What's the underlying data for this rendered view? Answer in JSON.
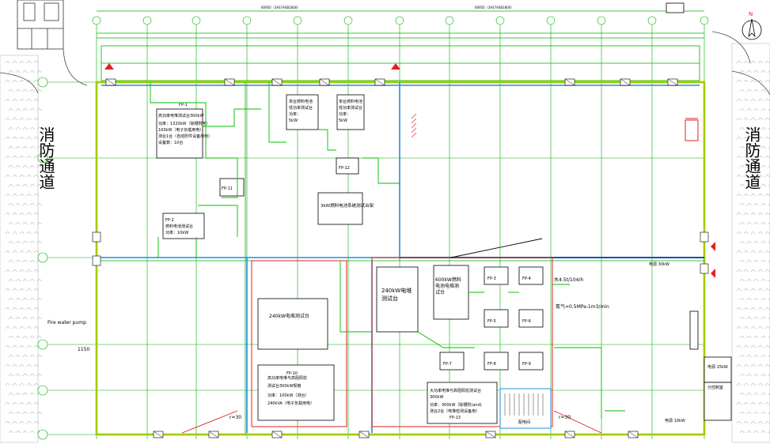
{
  "drawing": {
    "north_label": "N",
    "fire_lane_left": "消防通道",
    "fire_lane_right": "消防通道",
    "fire_water_pump": "Fire water pump",
    "left_measure": "1150",
    "rooms": [
      {
        "id": "r1",
        "text": [
          "高功率电堆测试台300kW",
          "功率：1320kW（除槽附电）",
          "100kW（电子负载用电）",
          "测台1台（自动附件设备用电）",
          "设备数：10台"
        ]
      },
      {
        "id": "r2",
        "text": [
          "单台燃料电池",
          "低功率测试台",
          "功率：",
          "5kW"
        ]
      },
      {
        "id": "r3",
        "text": [
          "单台燃料电池",
          "低功率测试台",
          "功率：",
          "5kW"
        ]
      },
      {
        "id": "r4",
        "text": [
          "3kW燃料电池系统测试台架"
        ]
      },
      {
        "id": "r5",
        "text": [
          "FP-2",
          "燃料电池测试台",
          "功率：10kW"
        ]
      },
      {
        "id": "r6",
        "text": [
          "240kW电堆测试台"
        ]
      },
      {
        "id": "r7",
        "text": [
          "高功率电堆与高阻阳抗",
          "测试台300kW规格",
          "功率：100kW（测台）",
          "240kVA（电子负载用电）"
        ]
      },
      {
        "id": "r8",
        "text": [
          "240kW电堆",
          "测试台"
        ]
      },
      {
        "id": "r9",
        "text": [
          "600kW燃料",
          "电池电堆测",
          "试台"
        ]
      },
      {
        "id": "r10",
        "text": [
          "大功率电堆与高阻阳抗测试台",
          "300kW",
          "功率：300kW（除槽附(and)",
          "测台2台（电堆检测设备用）"
        ]
      },
      {
        "id": "r11",
        "text": [
          "配电间"
        ]
      }
    ],
    "tags": [
      "FP-1",
      "FP-2",
      "FP-3",
      "FP-4",
      "FP-5",
      "FP-6",
      "FP-7",
      "FP-8",
      "FP-9",
      "FP-10",
      "FP-11",
      "FP-12",
      "FP-13"
    ],
    "annotations": {
      "flow1": "水4.5t/104/h",
      "flow2": "氮气=0.5MPa-1m3/min",
      "power1": "电源 30kW",
      "power2": "电源 15kW",
      "power3": "电源 10kW",
      "control": "分控制室",
      "r30a": "r=30",
      "r30b": "r=30",
      "dim_top": "60950（3AS7ASB1800）",
      "dim_top2": "60950（3AS7ASB1800）"
    },
    "gate": "配电间"
  }
}
